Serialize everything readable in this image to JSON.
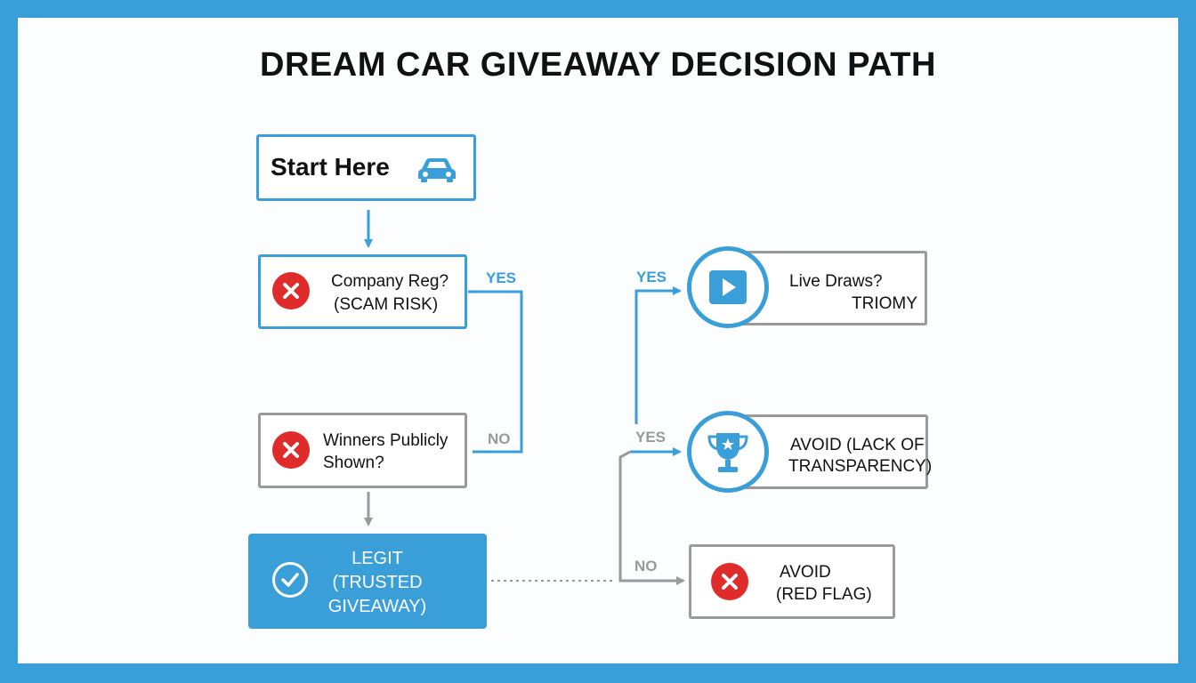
{
  "title": "DREAM CAR GIVEAWAY DECISION PATH",
  "colors": {
    "frame": "#3a9fd8",
    "accent": "#3a9fd8",
    "danger": "#e02b2b",
    "neutral": "#9a9a9a"
  },
  "nodes": {
    "start": {
      "label": "Start Here",
      "icon": "car-icon"
    },
    "company_reg": {
      "line1": "Company Reg?",
      "line2": "(SCAM RISK)",
      "icon": "x-circle-icon"
    },
    "winners": {
      "line1": "Winners Publicly",
      "line2": "Shown?",
      "icon": "x-circle-icon"
    },
    "legit": {
      "line1": "LEGIT",
      "line2": "(TRUSTED",
      "line3": "GIVEAWAY)",
      "icon": "check-circle-icon"
    },
    "live_draws": {
      "line1": "Live Draws?",
      "line2": "TRIOMY",
      "icon": "play-icon"
    },
    "avoid_transparency": {
      "line1": "AVOID (LACK OF",
      "line2": "TRANSPARENCY)",
      "icon": "trophy-icon"
    },
    "avoid_red_flag": {
      "line1": "AVOID",
      "line2": "(RED FLAG)",
      "icon": "x-circle-icon"
    }
  },
  "edge_labels": {
    "yes_company": "YES",
    "no_winners": "NO",
    "yes_live": "YES",
    "yes_trophy": "YES",
    "no_red_flag": "NO"
  }
}
